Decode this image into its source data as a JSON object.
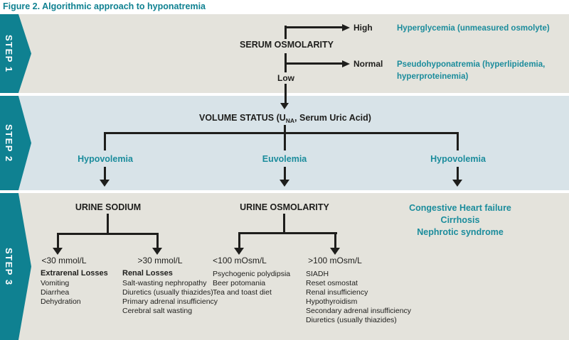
{
  "title": "Figure 2. Algorithmic approach to hyponatremia",
  "colors": {
    "teal": "#0f8191",
    "teal_text": "#1b8c9c",
    "band_gray": "#e4e3dc",
    "band_blue": "#d8e3e8",
    "ink": "#1e1e1c"
  },
  "steps": [
    {
      "label": "STEP 1"
    },
    {
      "label": "STEP 2"
    },
    {
      "label": "STEP 3"
    }
  ],
  "step1": {
    "node": "SERUM OSMOLARITY",
    "high_label": "High",
    "high_result": "Hyperglycemia (unmeasured osmolyte)",
    "normal_label": "Normal",
    "normal_result": "Pseudohyponatremia (hyperlipidemia, hyperproteinemia)",
    "low_label": "Low"
  },
  "step2": {
    "node_prefix": "VOLUME STATUS (U",
    "node_sub": "NA",
    "node_suffix": ", Serum Uric Acid)",
    "branch_left": "Hypovolemia",
    "branch_center": "Euvolemia",
    "branch_right": "Hypovolemia"
  },
  "step3": {
    "urine_sodium": {
      "node": "URINE SODIUM",
      "low_label": "<30 mmol/L",
      "low_heading": "Extrarenal Losses",
      "low_items": [
        "Vomiting",
        "Diarrhea",
        "Dehydration"
      ],
      "high_label": ">30 mmol/L",
      "high_heading": "Renal Losses",
      "high_items": [
        "Salt-wasting nephropathy",
        "Diuretics (usually thiazides)",
        "Primary adrenal insufficiency",
        "Cerebral salt wasting"
      ]
    },
    "urine_osmolarity": {
      "node": "URINE OSMOLARITY",
      "low_label": "<100 mOsm/L",
      "low_items": [
        "Psychogenic polydipsia",
        "Beer potomania",
        "Tea and toast diet"
      ],
      "high_label": ">100 mOsm/L",
      "high_items": [
        "SIADH",
        "Reset osmostat",
        "Renal insufficiency",
        "Hypothyroidism",
        "Secondary adrenal insufficiency",
        "Diuretics (usually thiazides)"
      ]
    },
    "hypervolemic_causes": [
      "Congestive Heart failure",
      "Cirrhosis",
      "Nephrotic syndrome"
    ]
  }
}
